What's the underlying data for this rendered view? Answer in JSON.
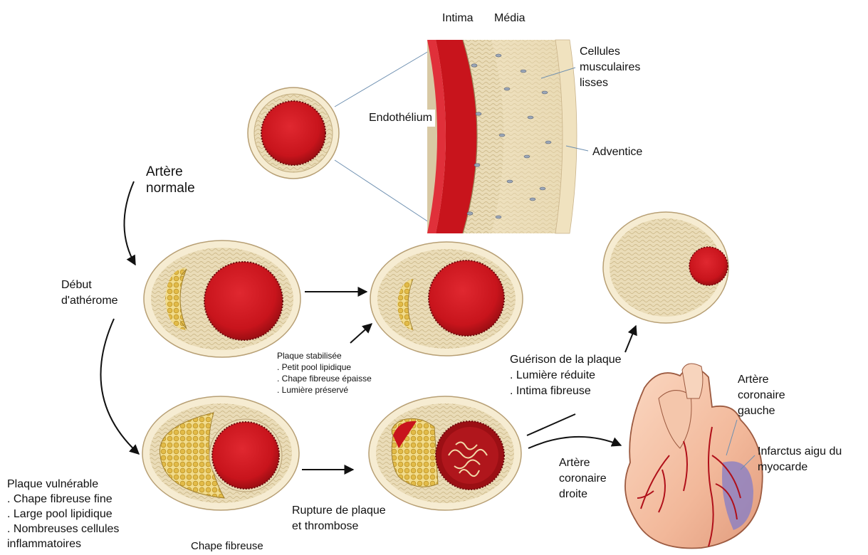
{
  "labels": {
    "intima": "Intima",
    "media": "Média",
    "cellules": "Cellules\nmusculaires\nlisses",
    "endothelium": "Endothélium",
    "adventice": "Adventice",
    "artere_normale": "Artère\nnormale",
    "debut": "Début\nd'athérome",
    "stabilisee_title": "Plaque stabilisée",
    "stabilisee_items": ". Petit pool lipidique\n. Chape fibreuse épaisse\n. Lumière préservé",
    "guerison_title": "Guérison de la plaque",
    "guerison_items": ". Lumière réduite\n. Intima fibreuse",
    "artere_coronaire_gauche": "Artère\ncoronaire\ngauche",
    "infarctus": "Infarctus aigu du\nmyocarde",
    "artere_coronaire_droite": "Artère\ncoronaire\ndroite",
    "vulnerable_title": "Plaque vulnérable",
    "vulnerable_items": ". Chape fibreuse fine\n. Large pool lipidique\n. Nombreuses cellules\ninflammatoires",
    "rupture": "Rupture de plaque\net thrombose",
    "chape_fibreuse": "Chape fibreuse"
  },
  "colors": {
    "blood": "#c8141c",
    "blood_dark": "#8e0c10",
    "wall": "#eadcb8",
    "outer_ring": "#f6ecd2",
    "lipid": "#e6c25a",
    "infarct": "#8a7fc4"
  }
}
